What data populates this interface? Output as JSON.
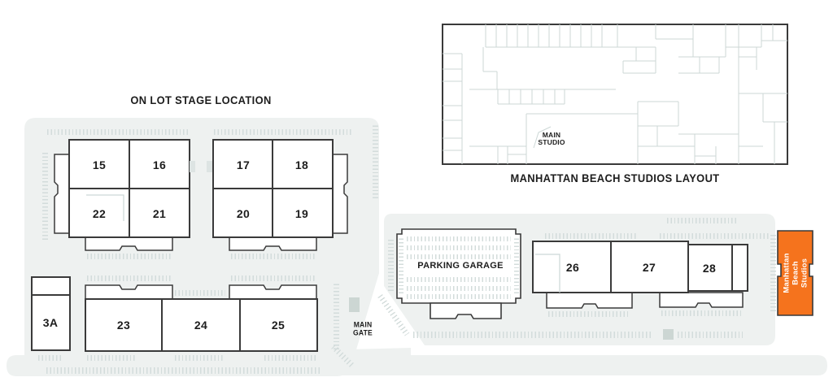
{
  "titles": {
    "on_lot": "ON LOT STAGE LOCATION",
    "layout_caption": "MANHATTAN BEACH STUDIOS LAYOUT"
  },
  "labels": {
    "main_studio_line1": "MAIN",
    "main_studio_line2": "STUDIO",
    "parking_garage": "PARKING GARAGE",
    "main_gate_line1": "MAIN",
    "main_gate_line2": "GATE",
    "badge_line1": "Manhattan Beach",
    "badge_line2": "Studios"
  },
  "stages": {
    "s15": "15",
    "s16": "16",
    "s17": "17",
    "s18": "18",
    "s19": "19",
    "s20": "20",
    "s21": "21",
    "s22": "22",
    "s23": "23",
    "s24": "24",
    "s25": "25",
    "s26": "26",
    "s27": "27",
    "s28": "28",
    "s3a": "3A"
  },
  "colors": {
    "lot": "#eef1f0",
    "hatch": "#d3dcdb",
    "plan": "#ccd7d6",
    "ink": "#3a3a3a",
    "orange": "#f5731d",
    "booth": "#ccd6d3"
  }
}
